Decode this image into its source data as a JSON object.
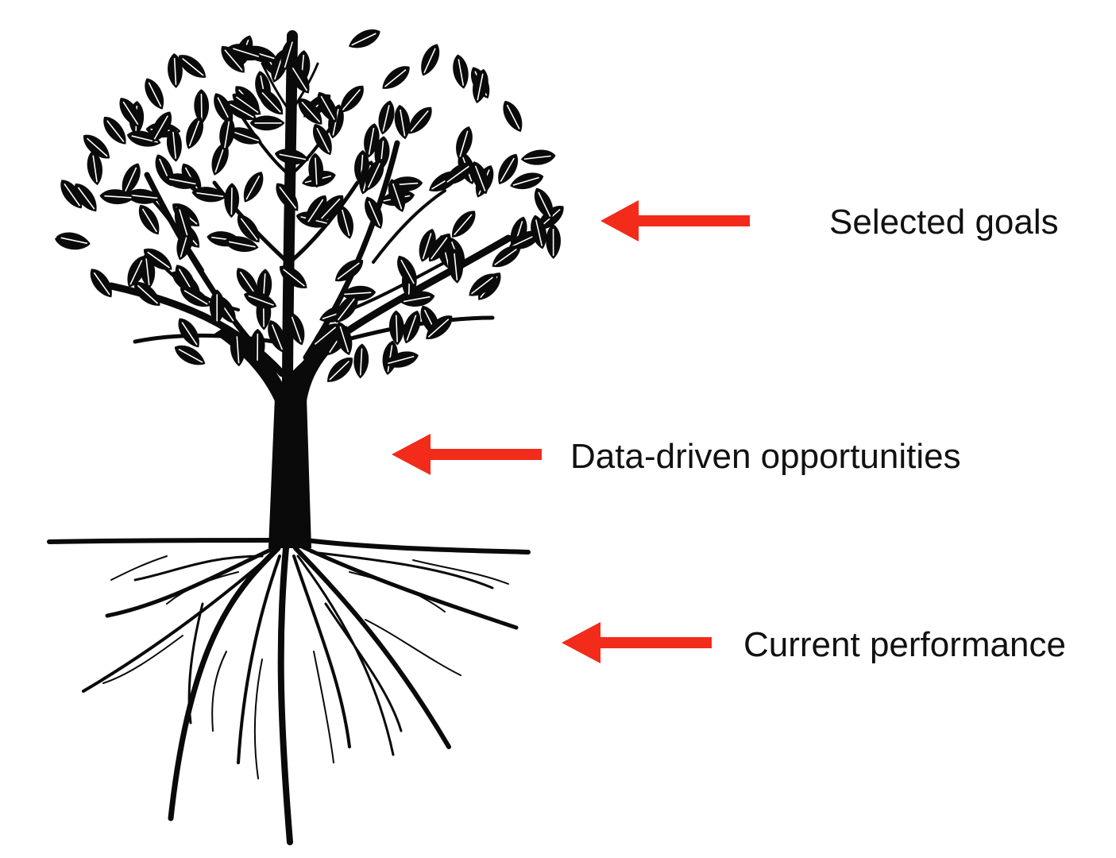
{
  "labels": {
    "top": "Selected goals",
    "middle": "Data-driven opportunities",
    "bottom": "Current performance"
  },
  "colors": {
    "arrow": "#f22b1b",
    "tree": "#0a0a0a",
    "text": "#111111",
    "background": "#ffffff"
  },
  "icons": {
    "tree": "tree-with-roots-icon",
    "arrow": "arrow-left-icon"
  }
}
